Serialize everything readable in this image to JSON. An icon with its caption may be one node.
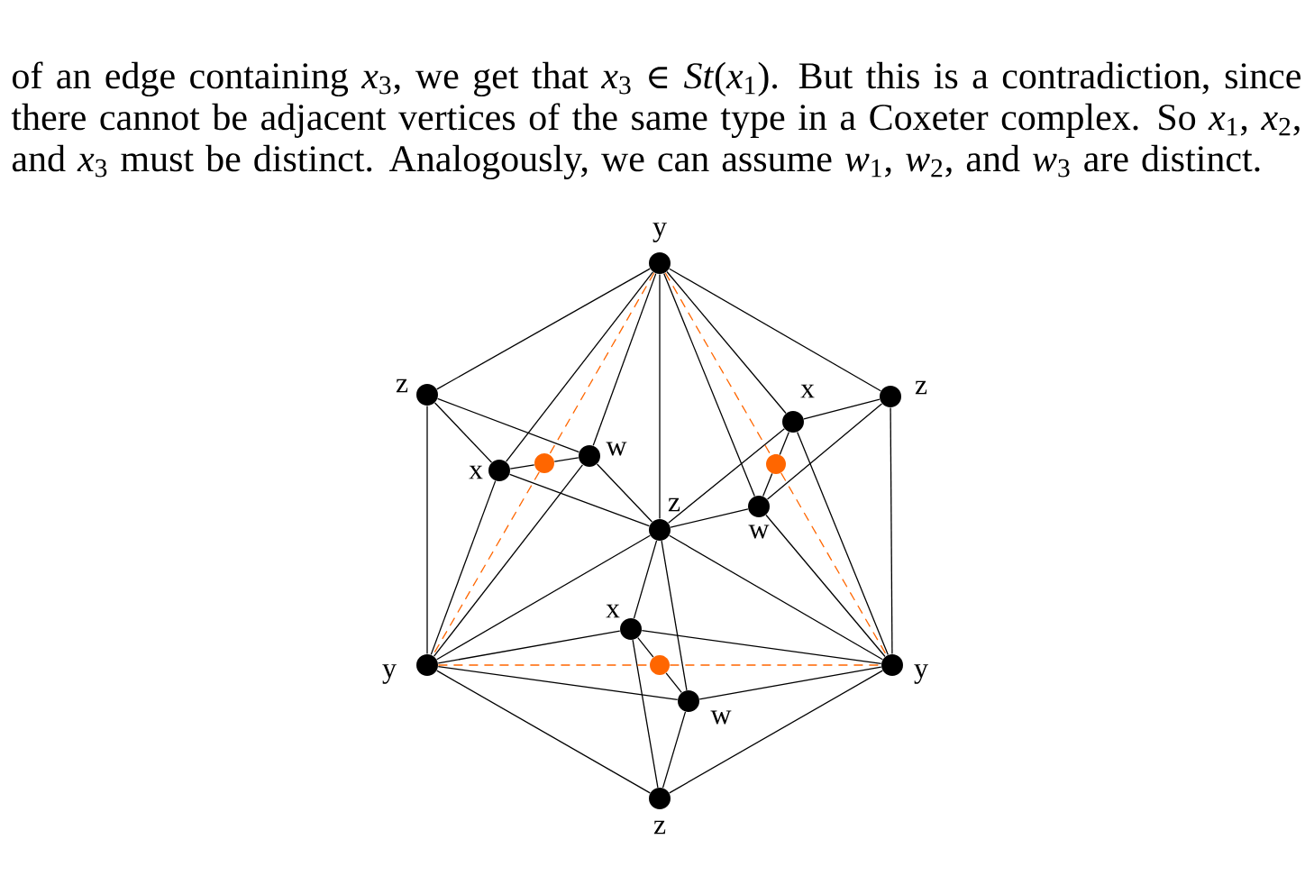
{
  "diagram": {
    "nodes": [
      {
        "text": [
          "y"
        ]
      },
      {
        "text": [
          "z"
        ]
      },
      {
        "text": [
          "z"
        ]
      },
      {
        "text": [
          "x"
        ]
      },
      {
        "text": [
          "w"
        ]
      },
      {
        "text": [
          "x"
        ]
      },
      {
        "text": [
          "w"
        ]
      },
      {
        "text": [
          "z"
        ]
      },
      {
        "text": [
          "x"
        ]
      },
      {
        "text": [
          "y"
        ]
      },
      {
        "text": [
          "y"
        ]
      },
      {
        "text": [
          "w"
        ]
      },
      {
        "text": [
          "z"
        ]
      },
      {
        "text": [],
        "shape": "circle"
      },
      {
        "text": [],
        "shape": "circle"
      },
      {
        "text": [],
        "shape": "circle"
      }
    ],
    "edges": [
      {
        "from": 0,
        "to": 1,
        "arrow": "none"
      },
      {
        "from": 0,
        "to": 2,
        "arrow": "none"
      },
      {
        "from": 1,
        "to": 9,
        "arrow": "none"
      },
      {
        "from": 2,
        "to": 10,
        "arrow": "none"
      },
      {
        "from": 9,
        "to": 12,
        "arrow": "none"
      },
      {
        "from": 10,
        "to": 12,
        "arrow": "none"
      },
      {
        "from": 0,
        "to": 7,
        "arrow": "none"
      },
      {
        "from": 9,
        "to": 7,
        "arrow": "none"
      },
      {
        "from": 10,
        "to": 7,
        "arrow": "none"
      },
      {
        "from": 0,
        "to": 5,
        "arrow": "none"
      },
      {
        "from": 0,
        "to": 4,
        "arrow": "none"
      },
      {
        "from": 9,
        "to": 5,
        "arrow": "none"
      },
      {
        "from": 9,
        "to": 4,
        "arrow": "none"
      },
      {
        "from": 1,
        "to": 5,
        "arrow": "none"
      },
      {
        "from": 1,
        "to": 4,
        "arrow": "none"
      },
      {
        "from": 7,
        "to": 5,
        "arrow": "none"
      },
      {
        "from": 7,
        "to": 4,
        "arrow": "none"
      },
      {
        "from": 5,
        "to": 13,
        "arrow": "none"
      },
      {
        "from": 13,
        "to": 4,
        "arrow": "none"
      },
      {
        "from": 0,
        "to": 3,
        "arrow": "none"
      },
      {
        "from": 0,
        "to": 6,
        "arrow": "none"
      },
      {
        "from": 10,
        "to": 3,
        "arrow": "none"
      },
      {
        "from": 10,
        "to": 6,
        "arrow": "none"
      },
      {
        "from": 2,
        "to": 3,
        "arrow": "none"
      },
      {
        "from": 2,
        "to": 6,
        "arrow": "none"
      },
      {
        "from": 7,
        "to": 3,
        "arrow": "none"
      },
      {
        "from": 7,
        "to": 6,
        "arrow": "none"
      },
      {
        "from": 3,
        "to": 14,
        "arrow": "none"
      },
      {
        "from": 14,
        "to": 6,
        "arrow": "none"
      },
      {
        "from": 9,
        "to": 8,
        "arrow": "none"
      },
      {
        "from": 9,
        "to": 11,
        "arrow": "none"
      },
      {
        "from": 10,
        "to": 8,
        "arrow": "none"
      },
      {
        "from": 10,
        "to": 11,
        "arrow": "none"
      },
      {
        "from": 7,
        "to": 8,
        "arrow": "none"
      },
      {
        "from": 7,
        "to": 11,
        "arrow": "none"
      },
      {
        "from": 12,
        "to": 8,
        "arrow": "none"
      },
      {
        "from": 12,
        "to": 11,
        "arrow": "none"
      },
      {
        "from": 8,
        "to": 15,
        "arrow": "none"
      },
      {
        "from": 15,
        "to": 11,
        "arrow": "none"
      },
      {
        "from": 0,
        "to": 13,
        "arrow": "none",
        "style": "dashed",
        "color": "#ff6600"
      },
      {
        "from": 13,
        "to": 9,
        "arrow": "none",
        "style": "dashed",
        "color": "#ff6600"
      },
      {
        "from": 0,
        "to": 14,
        "arrow": "none",
        "style": "dashed",
        "color": "#ff6600"
      },
      {
        "from": 14,
        "to": 10,
        "arrow": "none",
        "style": "dashed",
        "color": "#ff6600"
      },
      {
        "from": 9,
        "to": 15,
        "arrow": "none",
        "style": "dashed",
        "color": "#ff6600"
      },
      {
        "from": 15,
        "to": 10,
        "arrow": "none",
        "style": "dashed",
        "color": "#ff6600"
      }
    ],
    "labels": [
      "of an edge containing *x*$_{3}$, we get that *x*$_{3}$ ∈ *St*(*x*$_{1}$). But this is a contradiction, since there cannot be adjacent vertices of the same type in a Coxeter complex. So *x*$_{1}$, *x*$_{2}$, and *x*$_{3}$ must be distinct. Analogously, we can assume *w*$_{1}$, *w*$_{2}$, and *w*$_{3}$ are distinct."
    ]
  }
}
